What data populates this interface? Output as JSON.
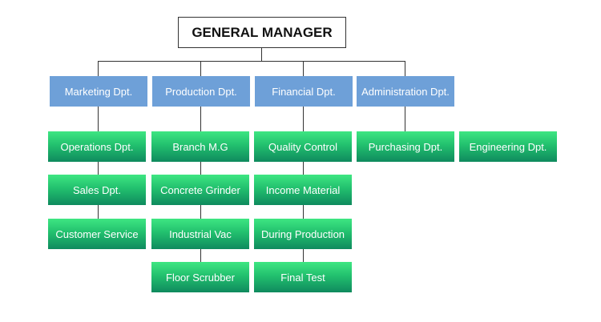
{
  "org_chart": {
    "root": {
      "label": "GENERAL MANAGER"
    },
    "departments": [
      {
        "label": "Marketing Dpt.",
        "children": [
          "Operations Dpt.",
          "Sales Dpt.",
          "Customer Service"
        ]
      },
      {
        "label": "Production Dpt.",
        "children": [
          "Branch M.G",
          "Concrete Grinder",
          "Industrial Vac",
          "Floor Scrubber"
        ]
      },
      {
        "label": "Financial Dpt.",
        "children": [
          "Quality Control",
          "Income Material",
          "During Production",
          "Final Test"
        ]
      },
      {
        "label": "Administration Dpt.",
        "children": [
          "Purchasing Dpt.",
          "Engineering Dpt."
        ]
      }
    ]
  },
  "colors": {
    "department_box": "#6ea0d8",
    "sub_box_gradient": [
      "#3ee682",
      "#0f8a5e"
    ],
    "connector": "#333333"
  }
}
